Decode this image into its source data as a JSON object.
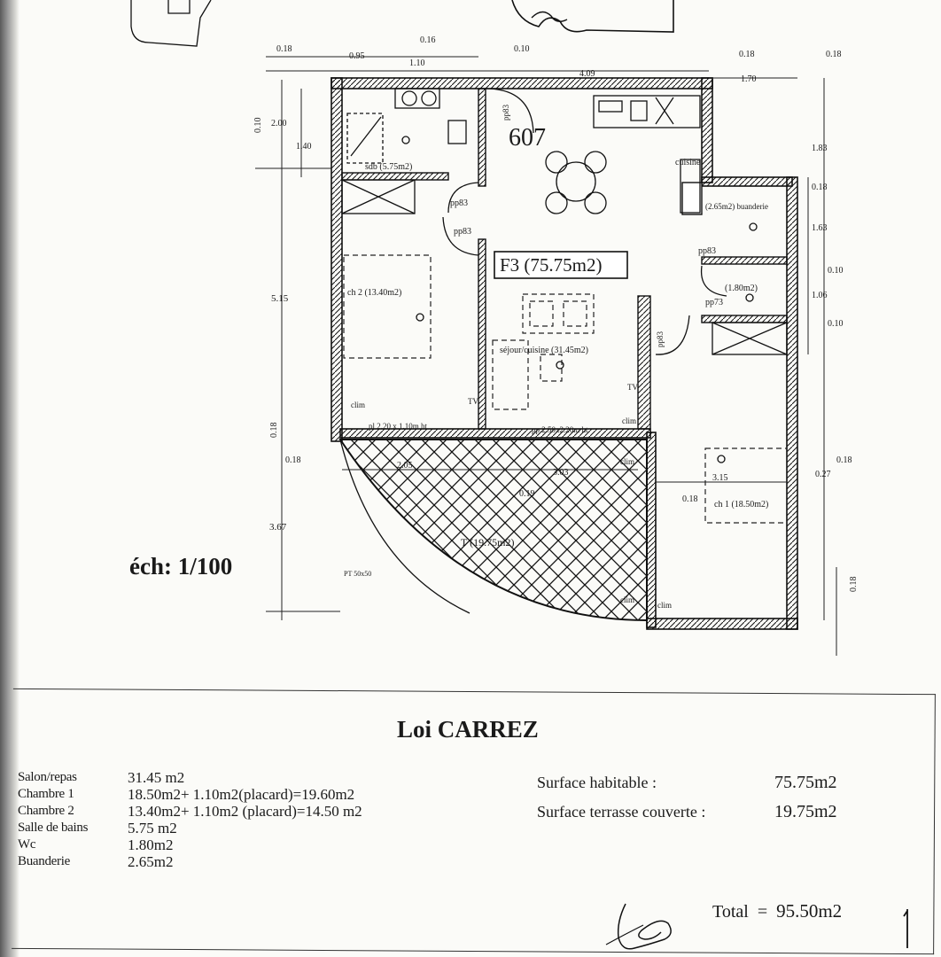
{
  "plan": {
    "apartment_number": "607",
    "apartment_label": "F3 (75.75m2)",
    "scale": "éch: 1/100",
    "rooms": {
      "sdb": "sdb (5.75m2)",
      "ch2": "ch 2 (13.40m2)",
      "sejour": "séjour/cuisine (31.45m2)",
      "ch1": "ch 1 (18.50m2)",
      "terrasse": "T (19.75m2)",
      "buanderie": "(2.65m2) buanderie",
      "wc": "(1.80m2)",
      "cuisine": "cuisine"
    },
    "doors": [
      "pp83",
      "pp83",
      "pp83",
      "pp83",
      "pp73",
      "pp83"
    ],
    "closets": {
      "ch2": "pl 2.20 x 1.10m ht",
      "sejour": "pp 2.50x2.20m ht"
    },
    "dimensions": {
      "top": [
        "0.18",
        "0.95",
        "1.10",
        "0.16",
        "0.10",
        "4.09",
        "0.18",
        "1.70",
        "0.18"
      ],
      "left": [
        "0.10",
        "2.00",
        "1.40",
        "5.15",
        "0.18",
        "0.18",
        "3.67"
      ],
      "right": [
        "1.83",
        "0.18",
        "1.63",
        "0.10",
        "1.06",
        "0.10",
        "0.18",
        "0.27",
        "0.18"
      ],
      "terrace": [
        "2.05",
        "3.03",
        "3.15",
        "0.18",
        "0.19"
      ]
    },
    "misc_labels": [
      "TV",
      "TV",
      "clim",
      "clim",
      "clim",
      "clim",
      "clim",
      "PT 50x50"
    ]
  },
  "carrez": {
    "title": "Loi CARREZ",
    "rooms": [
      {
        "name": "Salon/repas",
        "area": "31.45 m2"
      },
      {
        "name": "Chambre  1",
        "area": "18.50m2+ 1.10m2(placard)=19.60m2"
      },
      {
        "name": "Chambre  2",
        "area": "13.40m2+ 1.10m2 (placard)=14.50 m2"
      },
      {
        "name": "Salle de bains",
        "area": "5.75 m2"
      },
      {
        "name": "Wc",
        "area": "1.80m2"
      },
      {
        "name": "Buanderie",
        "area": "2.65m2"
      }
    ],
    "summary": [
      {
        "label": "Surface habitable :",
        "value": "75.75m2"
      },
      {
        "label": "Surface terrasse couverte :",
        "value": "19.75m2"
      }
    ],
    "total_label": "Total",
    "total_sign": "=",
    "total_value": "95.50m2"
  }
}
